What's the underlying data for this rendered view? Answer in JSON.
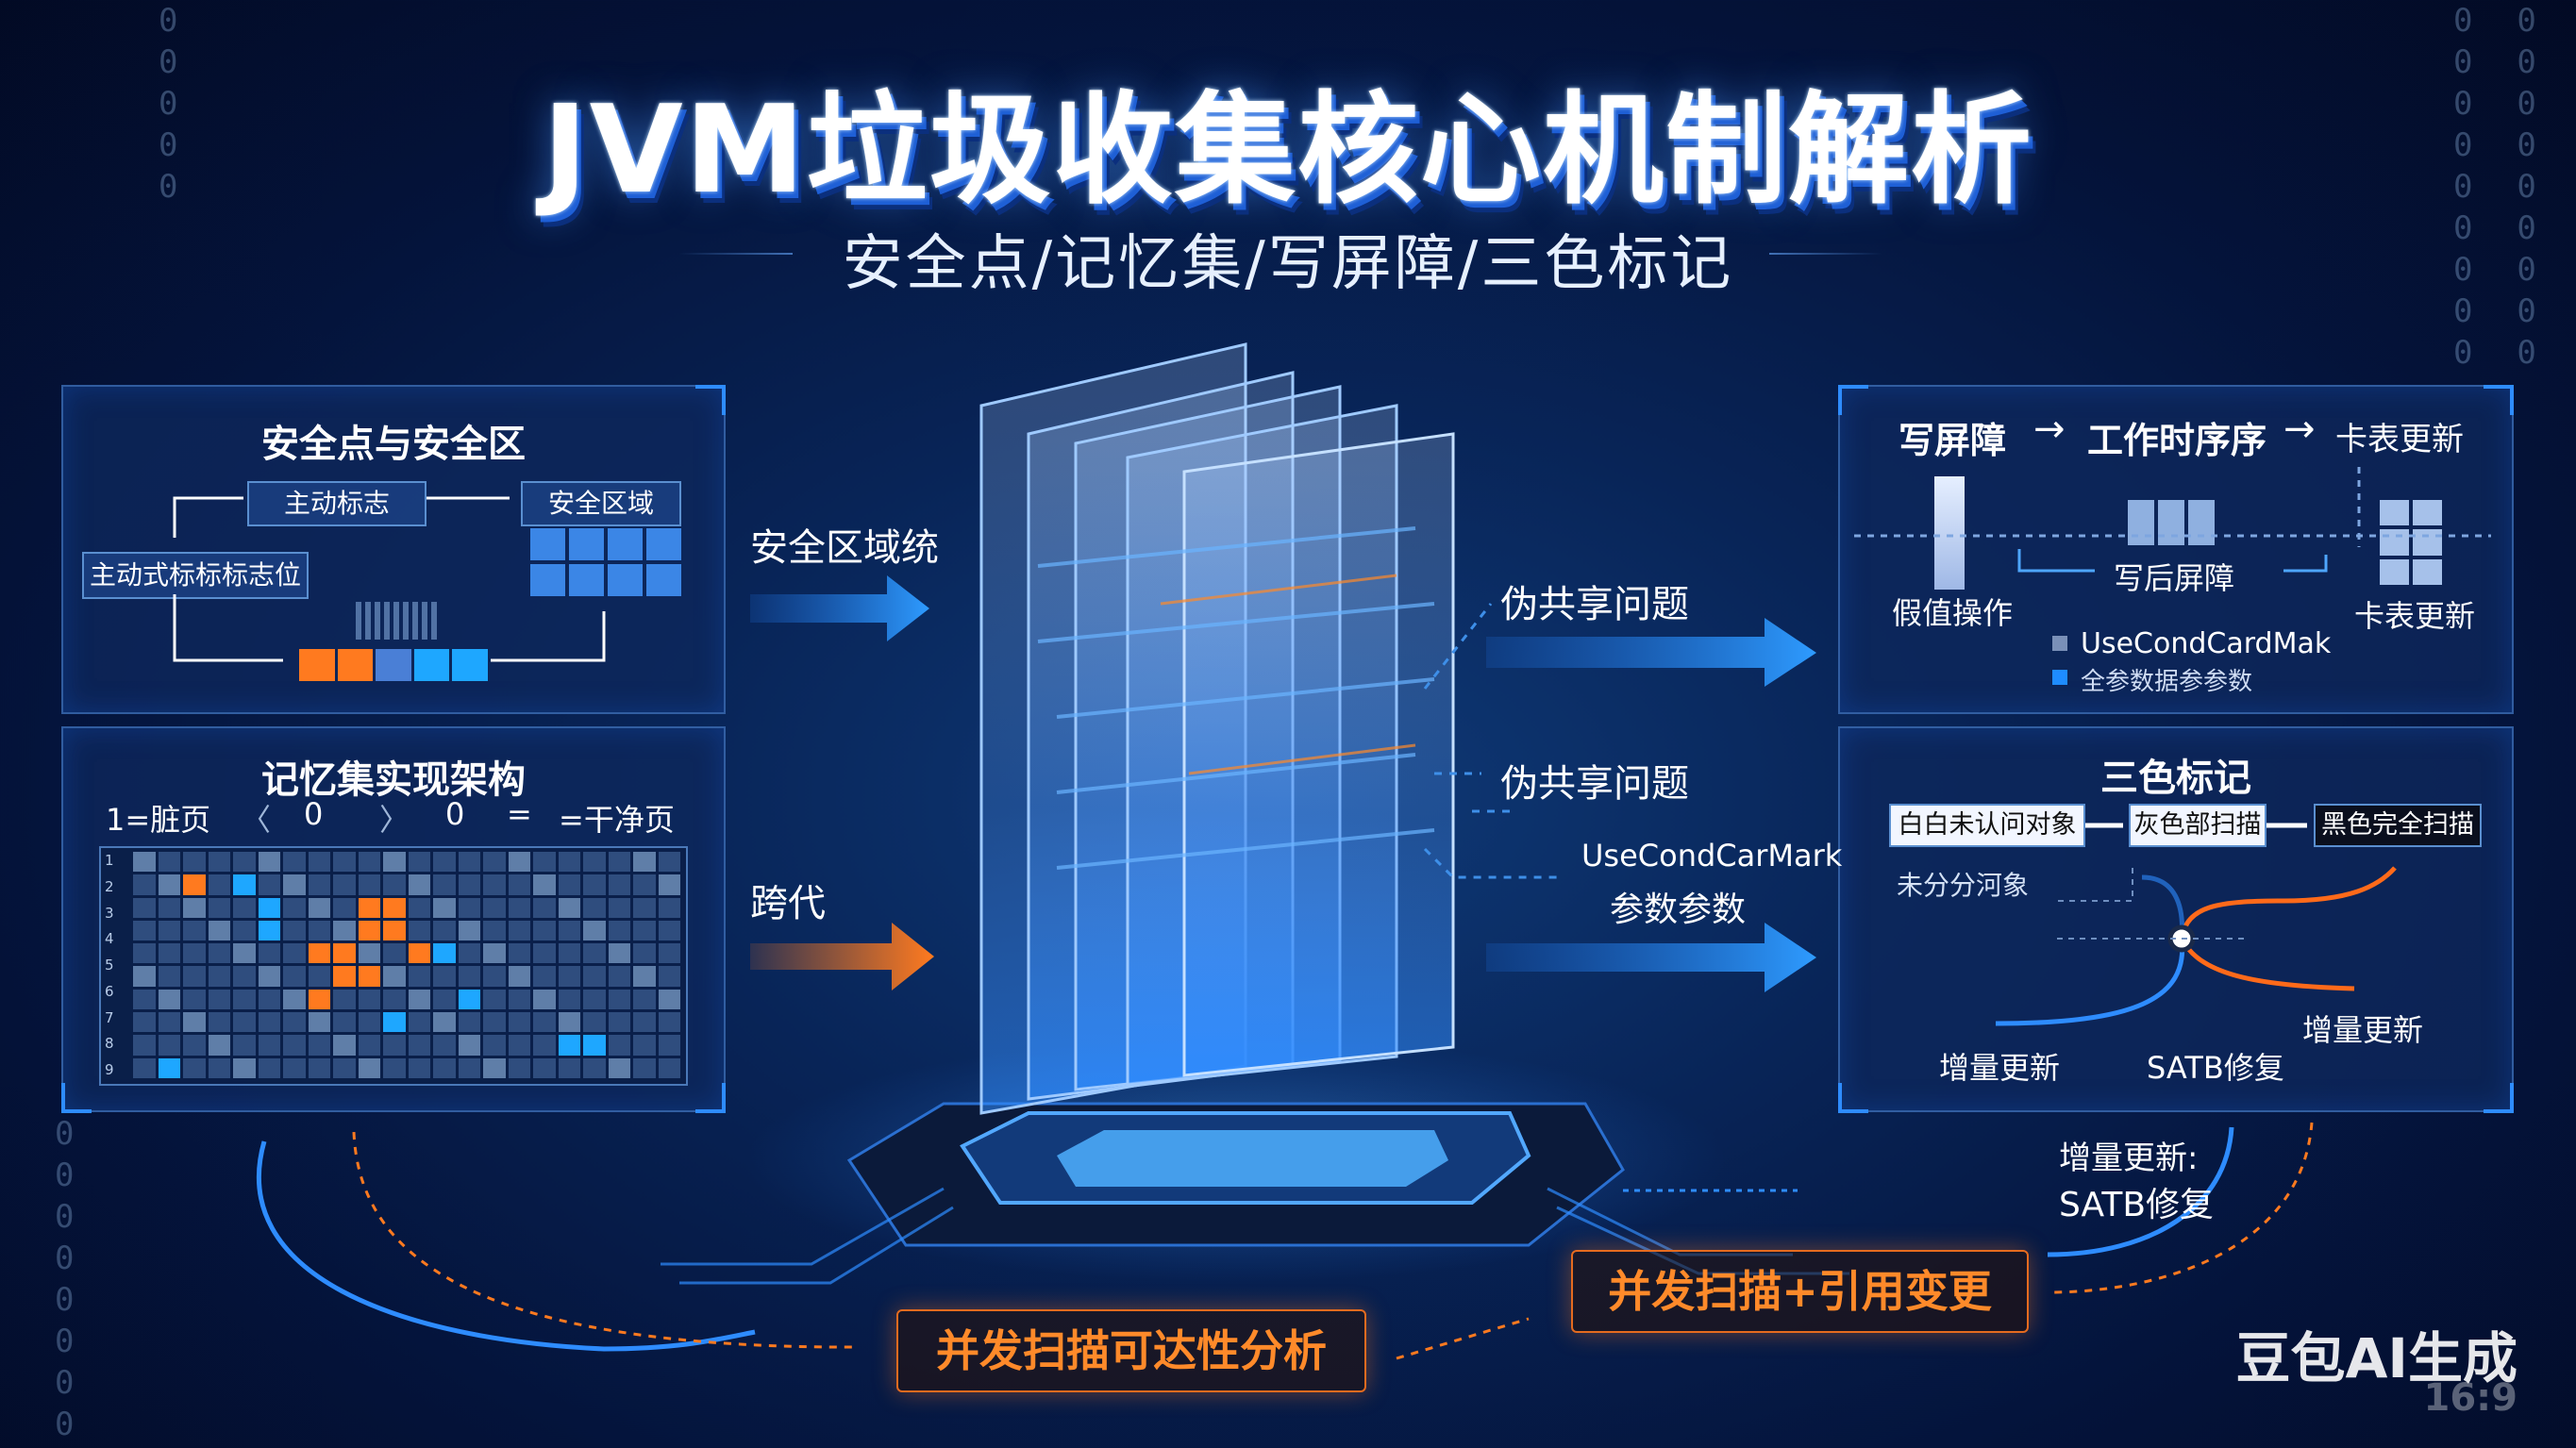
{
  "header": {
    "title": "JVM垃圾收集核心机制解析",
    "subtitle": "安全点/记忆集/写屏障/三色标记"
  },
  "panel_safepoint": {
    "title": "安全点与安全区",
    "active_flag": "主动标志",
    "safe_region": "安全区域",
    "active_flag_bit": "主动式标标标志位"
  },
  "panel_remset": {
    "title": "记忆集实现架构",
    "legend_dirty": "1=脏页",
    "legend_left_angle": "〈",
    "legend_zero_1": "0",
    "legend_right_angle": "〉",
    "legend_zero_2": "0",
    "legend_equals": "=",
    "legend_clean": "=干净页",
    "row_labels": [
      "1",
      "2",
      "3",
      "4",
      "5",
      "6",
      "7",
      "8",
      "9"
    ]
  },
  "center": {
    "label_safe_region": "安全区域统",
    "label_cross_gen": "跨代",
    "label_false_sharing_1": "伪共享问题",
    "label_false_sharing_2": "伪共享问题",
    "label_param_1": "UseCondCarMark",
    "label_param_2": "参数参数"
  },
  "panel_write_barrier": {
    "header_1": "写屏障",
    "header_2": "工作时序序",
    "header_3": "卡表更新",
    "label_assign": "假值操作",
    "label_post_barrier": "写后屏障",
    "label_card_update": "卡表更新",
    "legend_1": "UseCondCardMak",
    "legend_2": "全参数据参参数"
  },
  "panel_tricolor": {
    "title": "三色标记",
    "white": "白白未认问对象",
    "gray": "灰色部扫描",
    "black": "黑色完全扫描",
    "unvisited": "未分分河象",
    "incremental_right": "增量更新",
    "incremental_left": "增量更新",
    "satb": "SATB修复"
  },
  "bottom": {
    "note_line1": "增量更新:",
    "note_line2": "SATB修复",
    "btn_concurrent_change": "并发扫描+引用变更",
    "btn_reachability": "并发扫描可达性分析"
  },
  "watermark": {
    "brand": "豆包AI生成",
    "ratio": "16:9"
  },
  "colors": {
    "accent_blue": "#2e8cff",
    "accent_orange": "#ff7a1f",
    "panel_bg": "#0e285c"
  },
  "icons": {
    "arrow": "arrow-icon",
    "cube": "glass-cube-icon"
  }
}
